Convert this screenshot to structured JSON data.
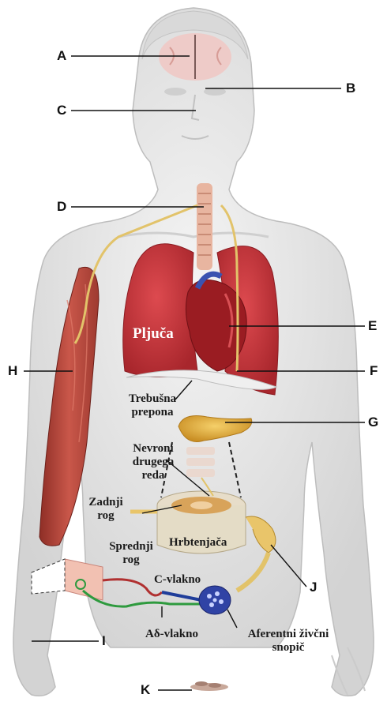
{
  "markers": [
    "A",
    "B",
    "C",
    "D",
    "E",
    "F",
    "G",
    "H",
    "I",
    "J",
    "K"
  ],
  "labels": {
    "pljuca": "Pljuča",
    "trebusna_prepona": [
      "Trebušna",
      "prepona"
    ],
    "nevroni": [
      "Nevroni",
      "drugega",
      "reda"
    ],
    "zadnji_rog": [
      "Zadnji",
      "rog"
    ],
    "sprednji_rog": [
      "Sprednji",
      "rog"
    ],
    "hrbtenjaca": "Hrbtenjača",
    "c_vlakno": "C-vlakno",
    "a_delta_vlakno": "Aδ-vlakno",
    "aferentni": [
      "Aferentni živčni",
      "snopič"
    ]
  },
  "colors": {
    "skin": "#e4e4e4",
    "lung": "#c8323a",
    "heart": "#9a1c22",
    "muscle": "#b9473a",
    "nerve": "#e2c36a",
    "pancreas": "#e8b447",
    "fiber_red": "#b03030",
    "fiber_green": "#2e9a3e",
    "fiber_blue": "#1f3d9a"
  }
}
